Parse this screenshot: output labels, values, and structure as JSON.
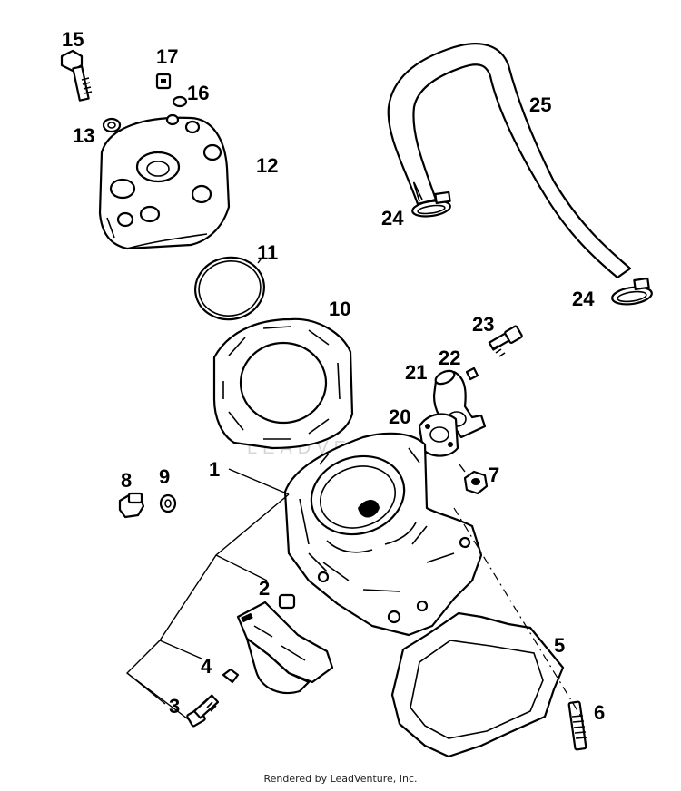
{
  "watermark": "LEADVENTURE",
  "footer": "Rendered by LeadVenture, Inc.",
  "callouts": {
    "c1": "1",
    "c2": "2",
    "c3": "3",
    "c4": "4",
    "c5": "5",
    "c6": "6",
    "c7": "7",
    "c8": "8",
    "c9": "9",
    "c10": "10",
    "c11": "11",
    "c12": "12",
    "c13": "13",
    "c15": "15",
    "c16": "16",
    "c17": "17",
    "c20": "20",
    "c21": "21",
    "c22": "22",
    "c23": "23",
    "c24a": "24",
    "c24b": "24",
    "c25": "25"
  }
}
